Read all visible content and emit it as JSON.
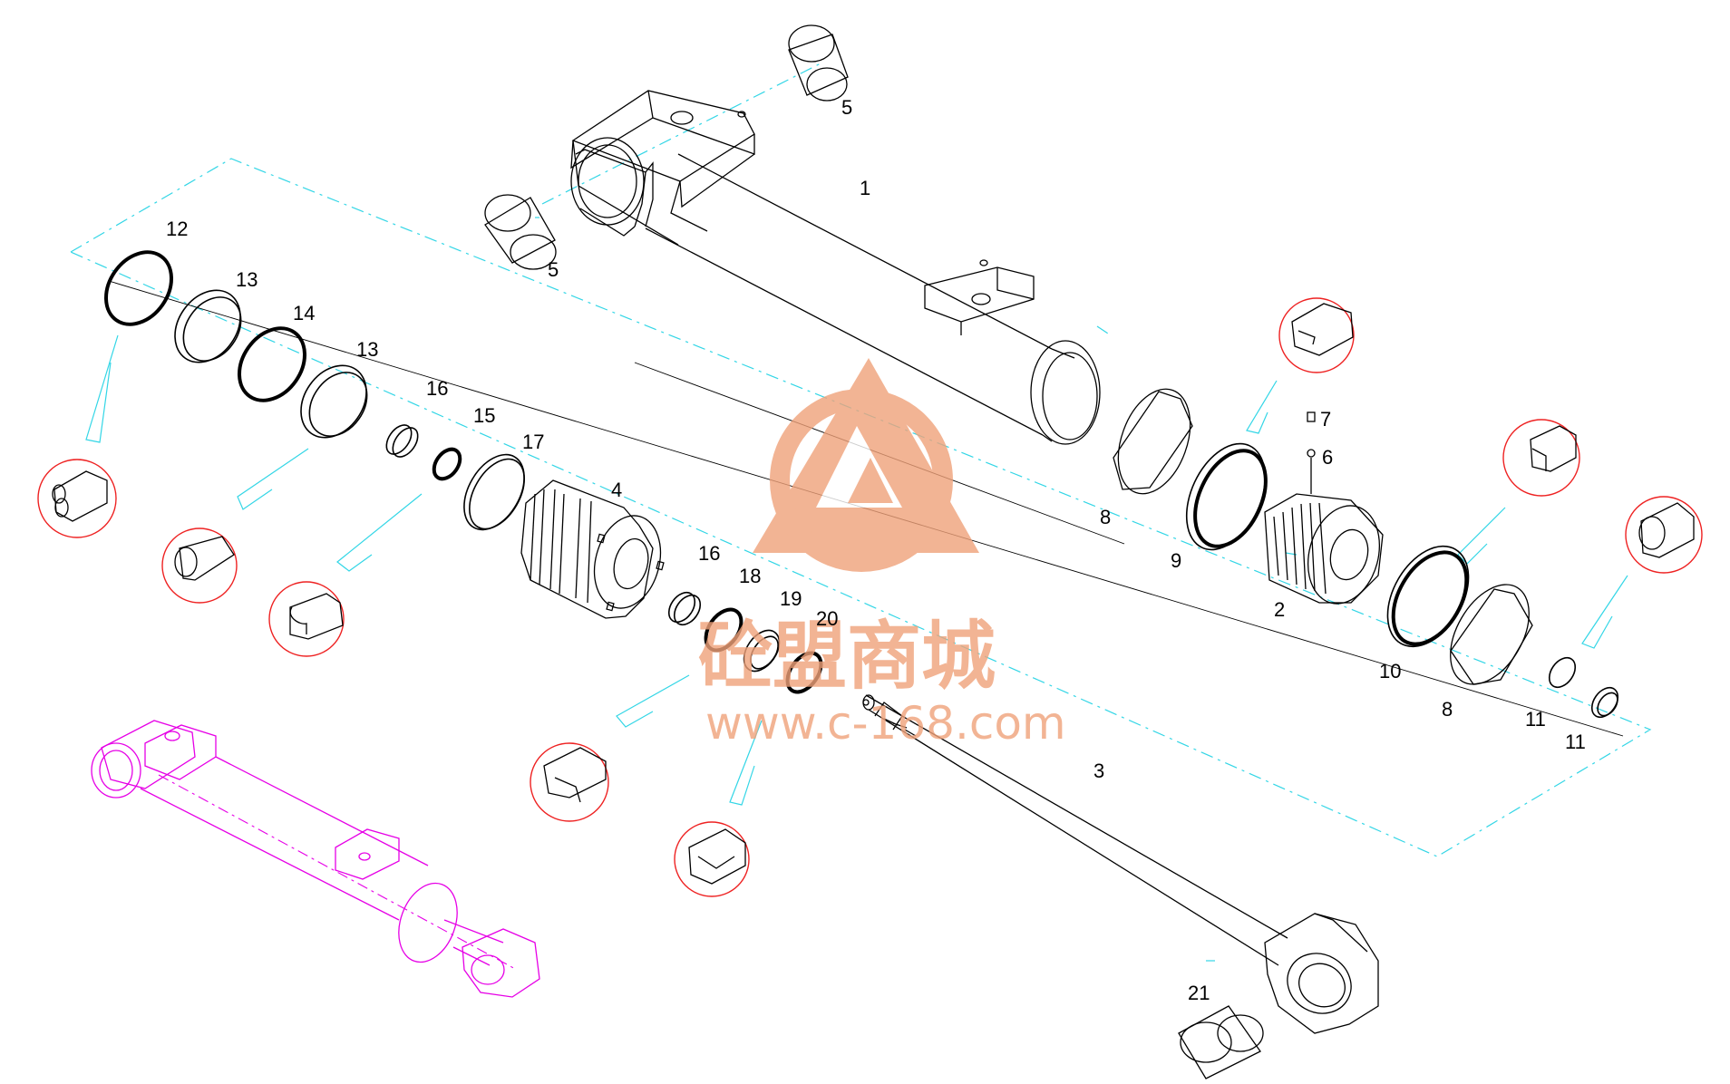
{
  "diagram": {
    "part_labels": [
      {
        "id": "p1",
        "text": "1"
      },
      {
        "id": "p2",
        "text": "2"
      },
      {
        "id": "p3",
        "text": "3"
      },
      {
        "id": "p4",
        "text": "4"
      },
      {
        "id": "p5a",
        "text": "5"
      },
      {
        "id": "p5b",
        "text": "5"
      },
      {
        "id": "p6",
        "text": "6"
      },
      {
        "id": "p7",
        "text": "7"
      },
      {
        "id": "p8a",
        "text": "8"
      },
      {
        "id": "p8b",
        "text": "8"
      },
      {
        "id": "p9",
        "text": "9"
      },
      {
        "id": "p10",
        "text": "10"
      },
      {
        "id": "p11a",
        "text": "11"
      },
      {
        "id": "p11b",
        "text": "11"
      },
      {
        "id": "p12",
        "text": "12"
      },
      {
        "id": "p13a",
        "text": "13"
      },
      {
        "id": "p13b",
        "text": "13"
      },
      {
        "id": "p14",
        "text": "14"
      },
      {
        "id": "p15",
        "text": "15"
      },
      {
        "id": "p16a",
        "text": "16"
      },
      {
        "id": "p16b",
        "text": "16"
      },
      {
        "id": "p17",
        "text": "17"
      },
      {
        "id": "p18",
        "text": "18"
      },
      {
        "id": "p19",
        "text": "19"
      },
      {
        "id": "p20",
        "text": "20"
      },
      {
        "id": "p21",
        "text": "21"
      }
    ]
  },
  "watermark": {
    "brand": "砼盟商城",
    "url": "www.c-168.com",
    "color": "#f0a27a"
  },
  "colors": {
    "line": "#000000",
    "guide": "#33d6e6",
    "detail_circle": "#e22222",
    "assembly_preview": "#e600e6"
  }
}
